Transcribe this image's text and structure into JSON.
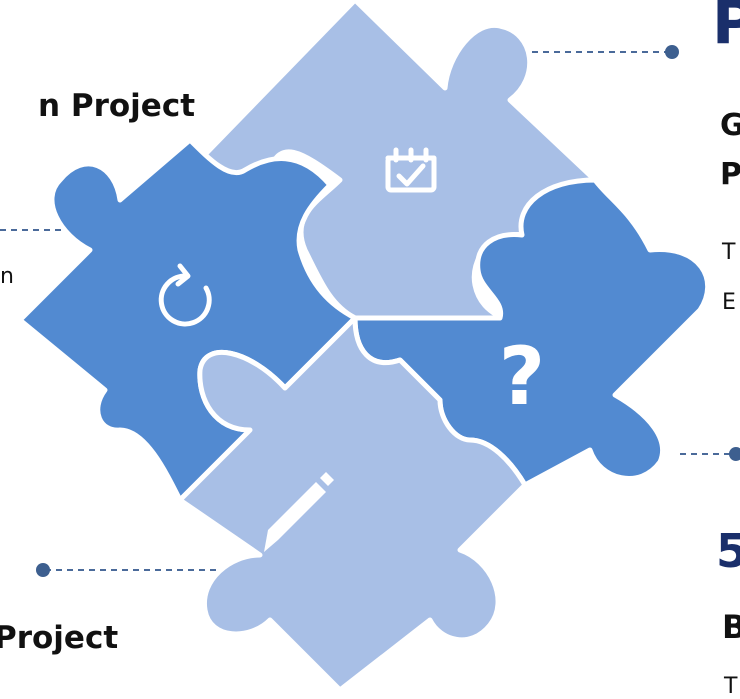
{
  "left": {
    "top_title": "n Project",
    "top_text": "n",
    "bottom_title": "Project"
  },
  "right": {
    "top_heading_char": "P",
    "top_sub_line1": "G",
    "top_sub_line2": "P",
    "top_text_line1": "T",
    "top_text_line2": "E",
    "bottom_heading_char": "5",
    "bottom_sub": "B",
    "bottom_text": "T"
  },
  "puzzle": {
    "top_icon": "calendar-check-icon",
    "left_icon": "refresh-icon",
    "right_icon_text": "?",
    "right_icon": "question-icon",
    "bottom_icon": "pencil-icon"
  },
  "colors": {
    "light_blue": "#a8bfe6",
    "dark_blue": "#528ad1",
    "connector": "#3d5f8f",
    "heading_navy": "#1a2f6b"
  }
}
